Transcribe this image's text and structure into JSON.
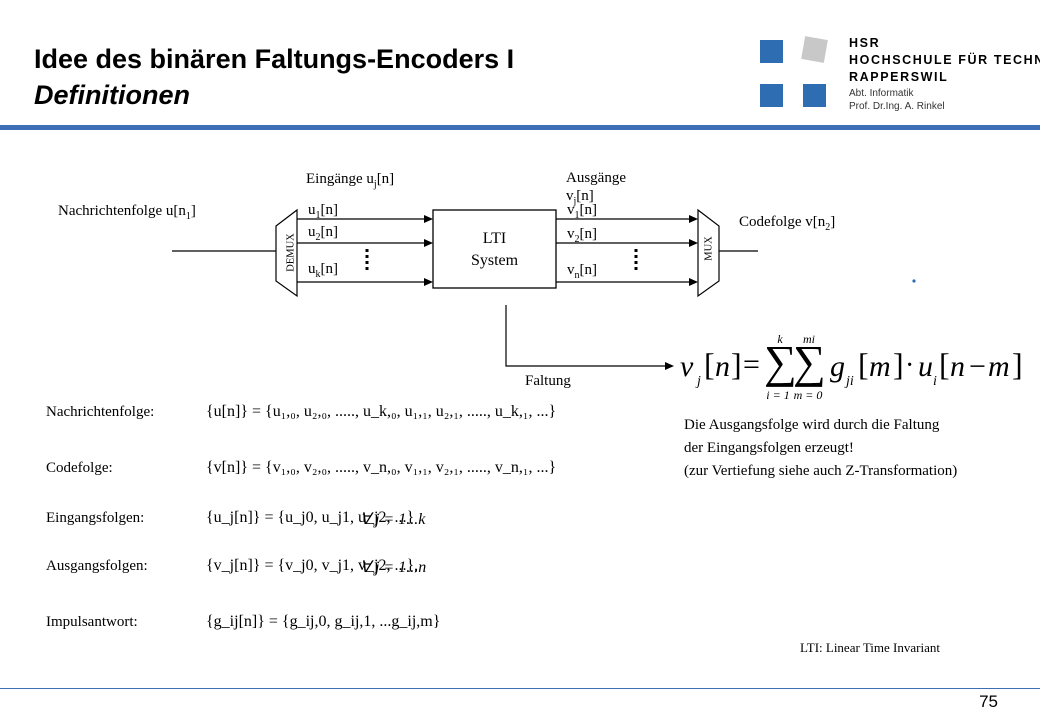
{
  "header": {
    "title_line1": "Idee des binären Faltungs-Encoders I",
    "title_line2": "Definitionen",
    "logo": {
      "line1": "HSR",
      "line2": "HOCHSCHULE FÜR TECHNIK",
      "line3": "RAPPERSWIL",
      "dept": "Abt. Informatik",
      "prof": "Prof. Dr.Ing. A. Rinkel",
      "square_color_blue": "#2f6db3",
      "square_color_grey": "#c8c8c8"
    }
  },
  "diagram": {
    "source_label": "Nachrichtenfolge u[n",
    "source_sub": "1",
    "source_end": "]",
    "inputs_label": "Eingänge u",
    "inputs_sub": "j",
    "inputs_end": "[n]",
    "outputs_label": "Ausgänge",
    "outputs_line2": "v",
    "outputs_sub": "j",
    "outputs_end": "[n]",
    "demux": "DEMUX",
    "mux": "MUX",
    "lti_line1": "LTI",
    "lti_line2": "System",
    "u1": "u",
    "u1_sub": "1",
    "u1_end": "[n]",
    "u2": "u",
    "u2_sub": "2",
    "u2_end": "[n]",
    "uk": "u",
    "uk_sub": "k",
    "uk_end": "[n]",
    "v1": "v",
    "v1_sub": "1",
    "v1_end": "[n]",
    "v2": "v",
    "v2_sub": "2",
    "v2_end": "[n]",
    "vn": "v",
    "vn_sub": "n",
    "vn_end": "[n]",
    "code_label": "Codefolge v[n",
    "code_sub": "2",
    "code_end": "]",
    "faltung": "Faltung"
  },
  "definitions": [
    {
      "label": "Nachrichtenfolge:",
      "formula": "{u[n]} = {u₁,₀, u₂,₀, ....., u_k,₀, u₁,₁, u₂,₁, ....., u_k,₁, ...}"
    },
    {
      "label": "Codefolge:",
      "formula": "{v[n]} = {v₁,₀, v₂,₀, ....., v_n,₀, v₁,₁, v₂,₁, ....., v_n,₁, ...}"
    },
    {
      "label": "Eingangsfolgen:",
      "formula": "{u_j[n]} = {u_j0, u_j1, u_j2, ...}",
      "quant": "∀ j = 1...k"
    },
    {
      "label": "Ausgangsfolgen:",
      "formula": "{v_j[n]} = {v_j0, v_j1, v_j2, ...},",
      "quant": "∀ j = 1...n"
    },
    {
      "label": "Impulsantwort:",
      "formula": "{g_ij[n]} = {g_ij,0, g_ij,1, ...g_ij,m}"
    }
  ],
  "main_formula": {
    "lhs": "v",
    "lhs_sub": "j",
    "sum1_top": "k",
    "sum1_bot": "i = 1",
    "sum2_top": "mi",
    "sum2_bot": "m = 0"
  },
  "explanation": {
    "line1": "Die Ausgangsfolge wird durch die Faltung",
    "line2": "der Eingangsfolgen erzeugt!",
    "line3": "(zur Vertiefung siehe auch Z-Transformation)"
  },
  "footnote": "LTI: Linear Time Invariant",
  "page_number": "75"
}
